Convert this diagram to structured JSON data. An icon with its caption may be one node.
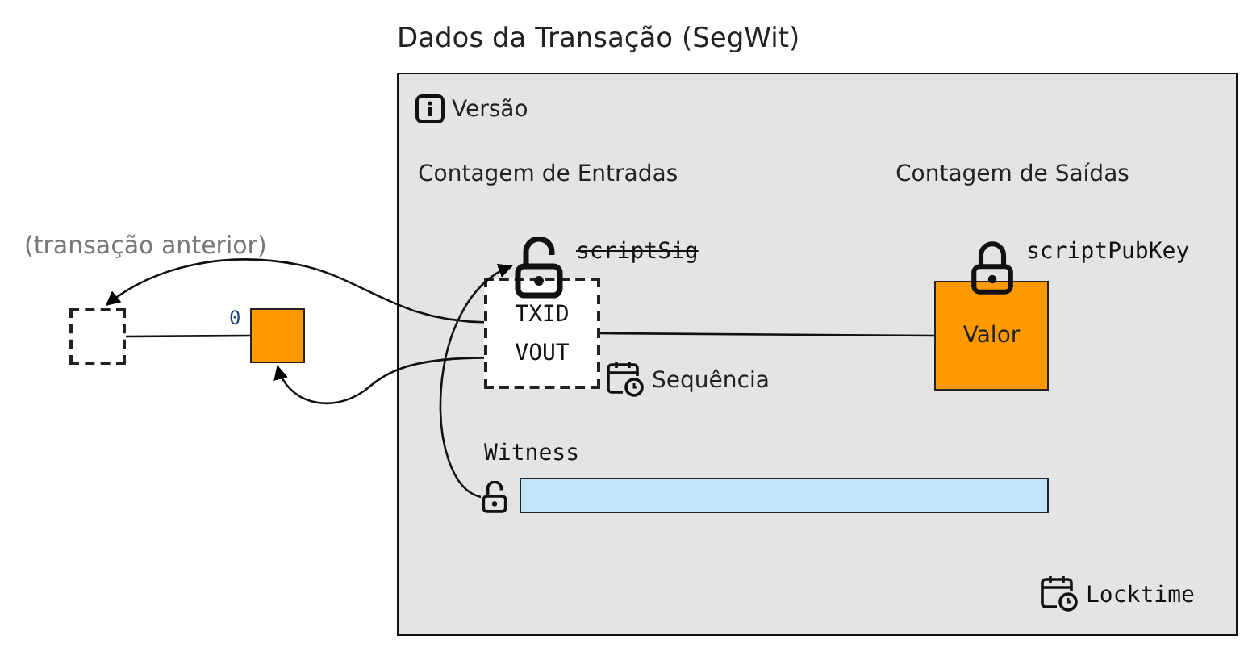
{
  "diagram": {
    "nodes": [
      {
        "text": [
          "Dados da Transação (SegWit)"
        ]
      },
      {
        "text": [],
        "shape": "box"
      },
      {
        "text": [],
        "shape": "box",
        "beside": [
          "0"
        ]
      },
      {
        "text": [
          "TXID",
          "VOUT"
        ],
        "in": 0
      },
      {
        "text": [
          "Valor"
        ],
        "in": 0
      },
      {
        "text": [],
        "shape": "bar",
        "in": 0
      },
      {
        "text": [],
        "shape": "lock",
        "in": 0
      },
      {
        "text": [],
        "shape": "lock",
        "in": 0
      }
    ],
    "edges": [
      {
        "from": 1,
        "to": 2,
        "arrow": "none"
      },
      {
        "from": 3,
        "to": 4,
        "arrow": "none"
      },
      {
        "from": 3,
        "to": 1,
        "arrow": "to"
      },
      {
        "from": 3,
        "to": 2,
        "arrow": "to"
      },
      {
        "from": 6,
        "to": 7,
        "arrow": "to"
      }
    ],
    "labels": [
      "(transação anterior)",
      "Versão",
      "Contagem de Entradas",
      "Contagem de Saídas",
      "scriptSig",
      "scriptPubKey",
      "Sequência",
      "Witness",
      "Locktime"
    ]
  }
}
